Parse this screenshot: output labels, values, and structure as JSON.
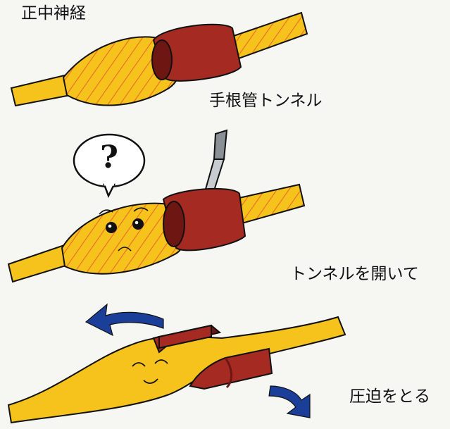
{
  "labels": {
    "median_nerve": "正中神経",
    "carpal_tunnel": "手根管トンネル",
    "open_tunnel": "トンネルを開いて",
    "release_pressure": "圧迫をとる"
  },
  "bubble_text": "?",
  "colors": {
    "nerve": "#f6c21c",
    "nerve_outline": "#111111",
    "hatch": "#ea6b2a",
    "tunnel": "#a52a22",
    "tunnel_dark": "#6e1612",
    "arrow": "#1b3e99",
    "blade": "#8a9096"
  }
}
